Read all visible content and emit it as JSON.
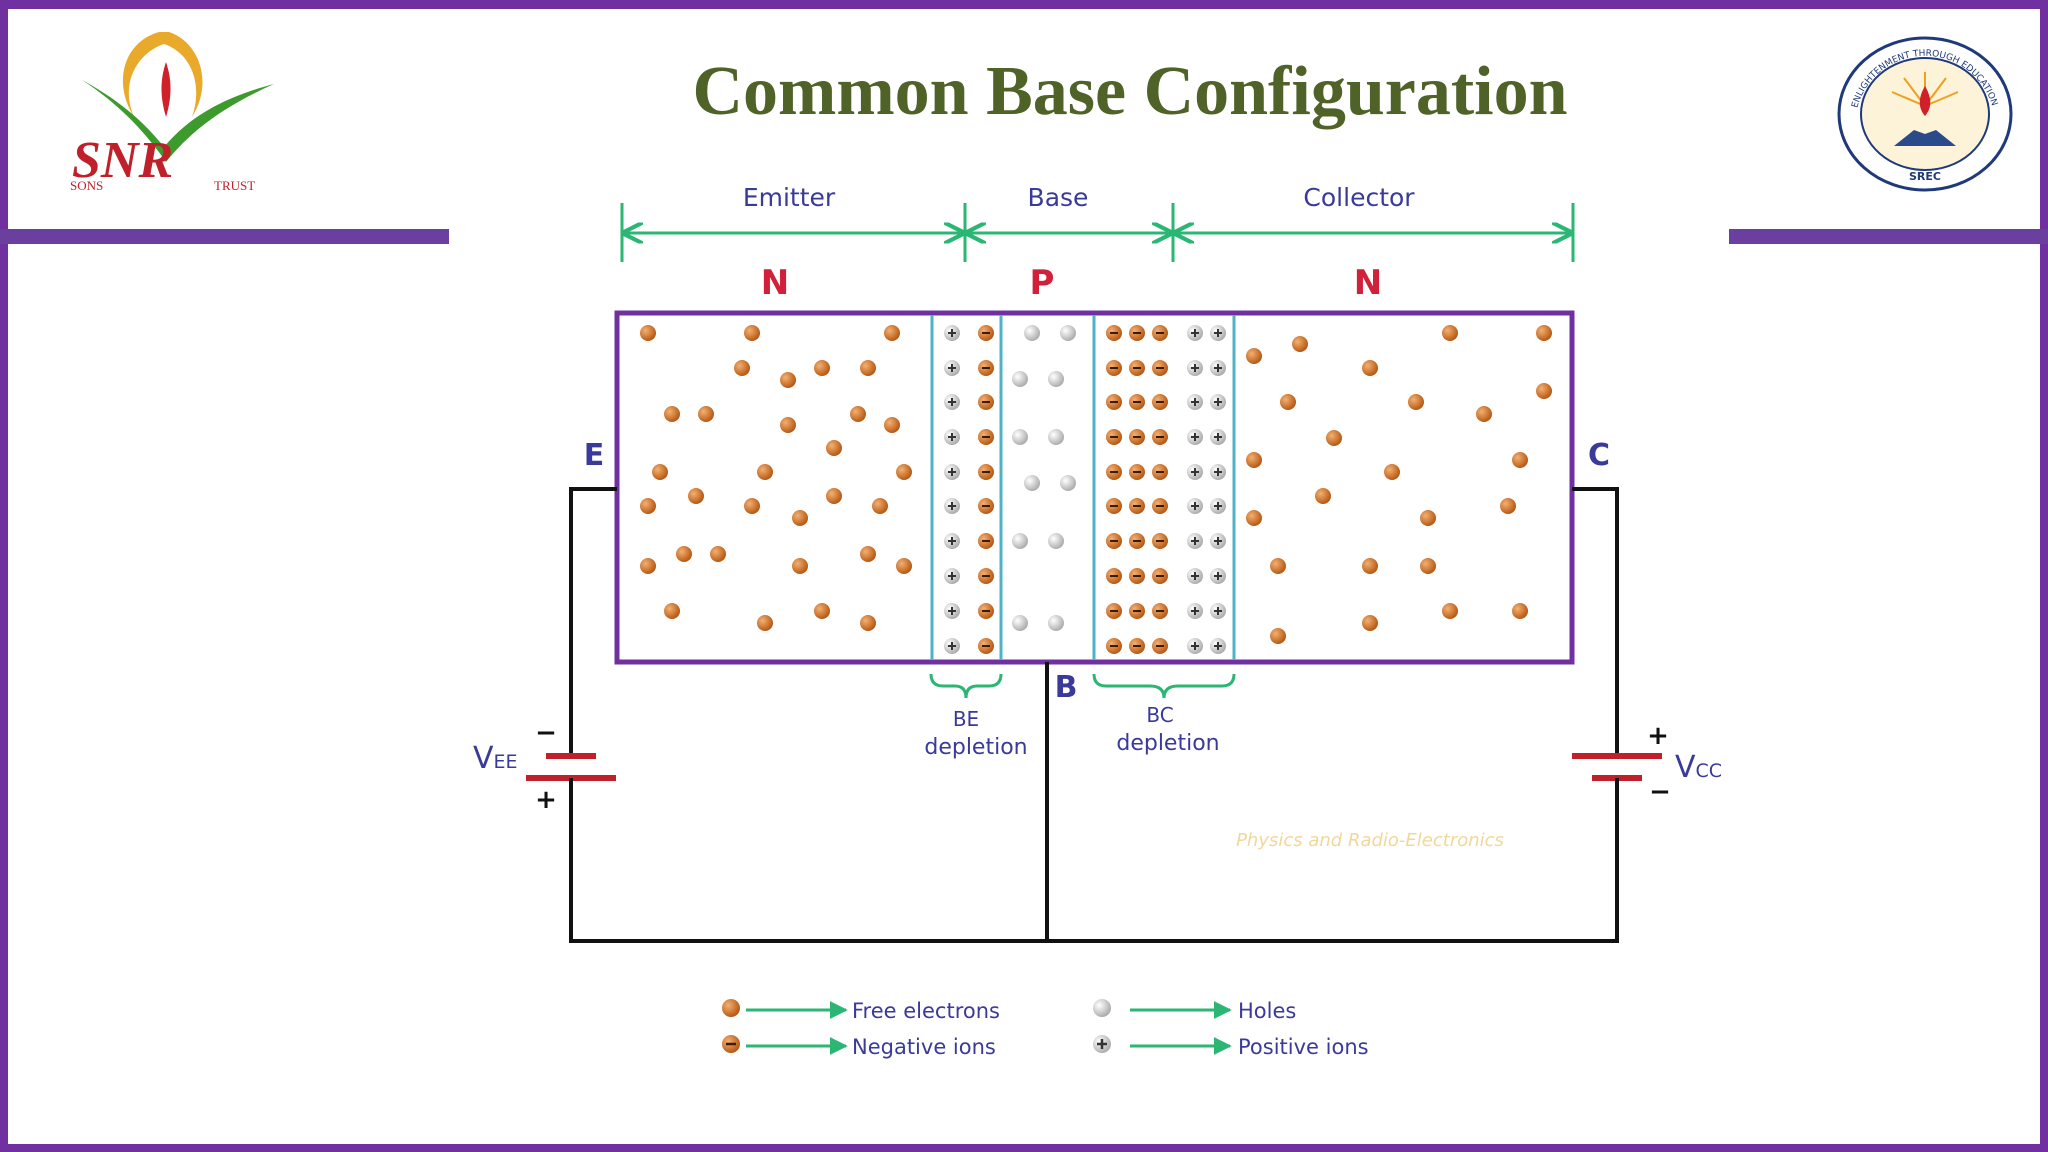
{
  "slide": {
    "title": "Common Base Configuration"
  },
  "logos": {
    "left": {
      "icon": "snr-sons-trust-logo",
      "text": "SNR",
      "subtext_left": "SONS",
      "subtext_right": "TRUST"
    },
    "right": {
      "icon": "srec-emblem",
      "ring_text": "ENLIGHTENMENT THROUGH EDUCATION",
      "bottom_text": "SREC"
    }
  },
  "diagram": {
    "regions": [
      {
        "name": "Emitter",
        "type": "N"
      },
      {
        "name": "Base",
        "type": "P"
      },
      {
        "name": "Collector",
        "type": "N"
      }
    ],
    "terminals": {
      "emitter": "E",
      "base": "B",
      "collector": "C"
    },
    "depletion": {
      "be": {
        "line1": "BE",
        "line2": "depletion"
      },
      "bc": {
        "line1": "BC",
        "line2": "depletion"
      }
    },
    "sources": {
      "vee": {
        "label": "V",
        "sub": "EE",
        "minus": "−",
        "plus": "+"
      },
      "vcc": {
        "label": "V",
        "sub": "CC",
        "plus": "+",
        "minus": "−"
      }
    },
    "watermark": "Physics and Radio-Electronics",
    "legend": [
      {
        "icon": "free-electron-icon",
        "label": "Free electrons"
      },
      {
        "icon": "negative-ion-icon",
        "label": "Negative ions"
      },
      {
        "icon": "hole-icon",
        "label": "Holes"
      },
      {
        "icon": "positive-ion-icon",
        "label": "Positive ions"
      }
    ]
  },
  "colors": {
    "frame": "#7030a0",
    "title": "#4f6228",
    "region_border": "#7030a0",
    "dimension_arrow": "#2bb673",
    "region_letter": "#d0203a",
    "label": "#3a3a9a",
    "electron": "#c0621a",
    "hole": "#d8d8d8",
    "depletion_line": "#4fb3c8",
    "wire": "#111111",
    "battery": "#c0202a"
  }
}
